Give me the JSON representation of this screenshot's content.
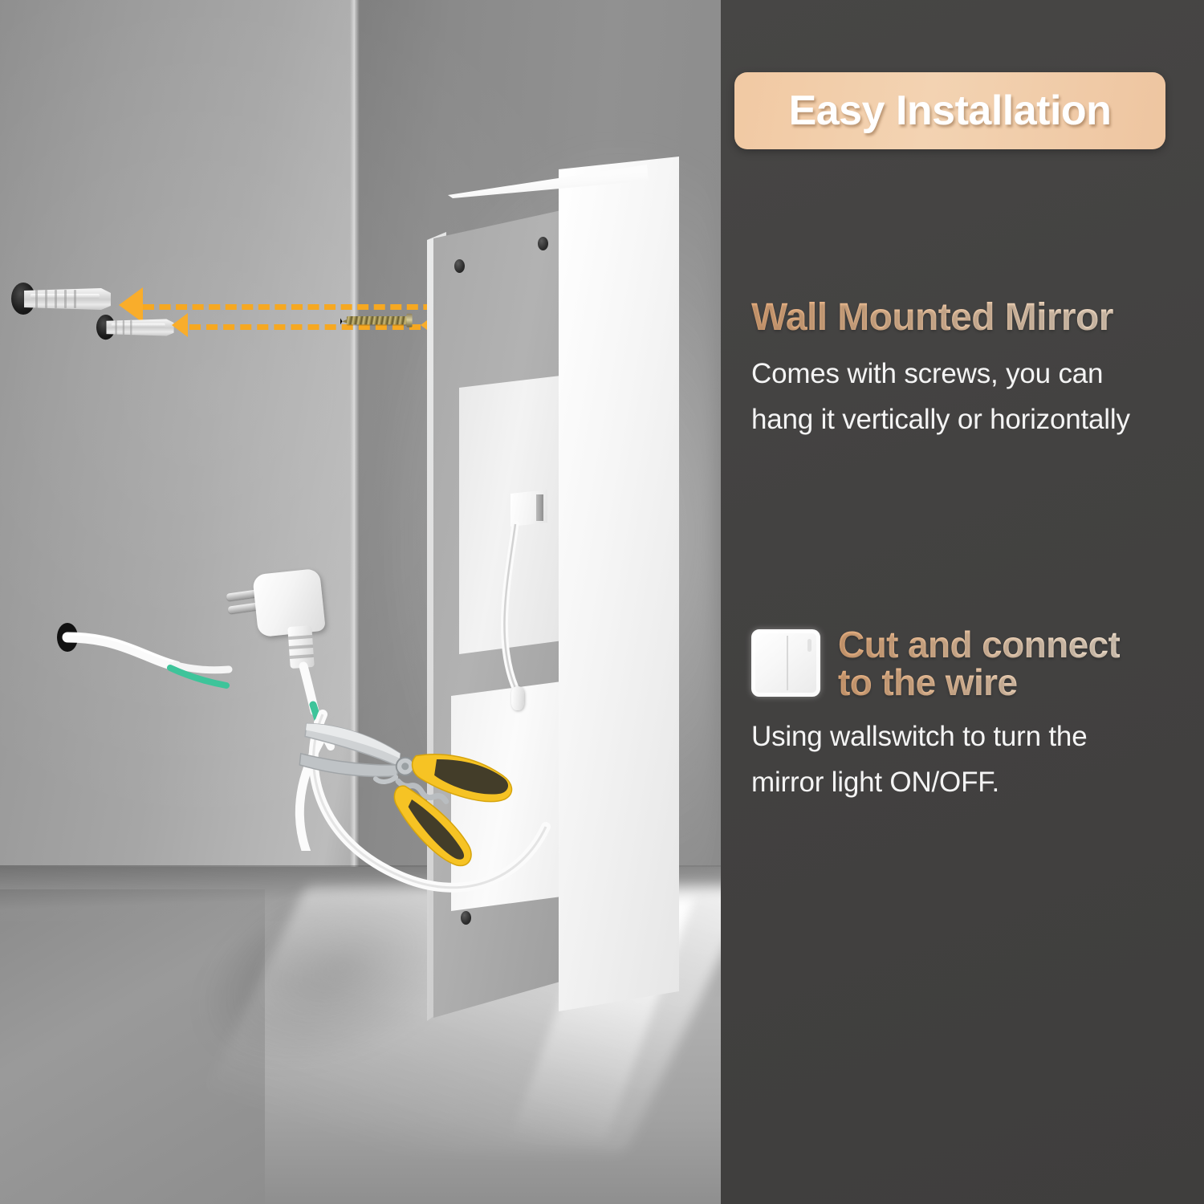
{
  "badge": {
    "label": "Easy Installation"
  },
  "sections": [
    {
      "heading": "Wall Mounted Mirror",
      "body_line1": "Comes with screws, you can",
      "body_line2": "hang it vertically or horizontally",
      "icon": ""
    },
    {
      "heading_line1": "Cut and connect",
      "heading_line2": "to the wire",
      "body_line1": "Using wallswitch to turn the",
      "body_line2": "mirror  light ON/OFF.",
      "icon": "wall-switch-icon"
    }
  ],
  "scene": {
    "objects": [
      "wall-anchor-upper",
      "wall-anchor-lower",
      "mounting-screw-upper",
      "mounting-screw-lower",
      "orange-dashed-arrow-upper",
      "orange-dashed-arrow-lower",
      "led-mirror",
      "mirror-back-plate",
      "led-driver-box",
      "junction-box",
      "power-plug",
      "wire-cutting-shears",
      "wall-cable"
    ]
  },
  "colors": {
    "badge_bg": "#f1c9a3",
    "panel_bg": "#434241",
    "heading_accent": "#f0b583",
    "arrow": "#f9ad2b",
    "wire_green": "#3ec49a",
    "tool_yellow": "#f5c518",
    "body_text": "#f4f4f4"
  }
}
